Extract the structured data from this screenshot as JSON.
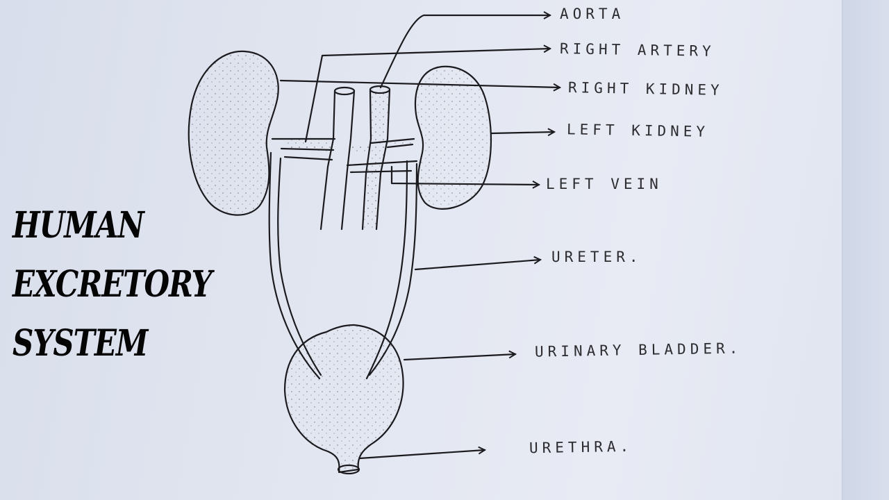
{
  "title": {
    "line1": "HUMAN",
    "line2": "EXCRETORY",
    "line3": "SYSTEM"
  },
  "labels": {
    "aorta": "AORTA",
    "right_artery": "RIGHT ARTERY",
    "right_kidney": "RIGHT KIDNEY",
    "left_kidney": "LEFT KIDNEY",
    "left_vein": "LEFT VEIN",
    "ureter": "URETER.",
    "urinary_bladder": "URINARY BLADDER.",
    "urethra": "URETHRA."
  },
  "colors": {
    "ink": "#1b1b1f",
    "paper": "#e3e7f1"
  }
}
